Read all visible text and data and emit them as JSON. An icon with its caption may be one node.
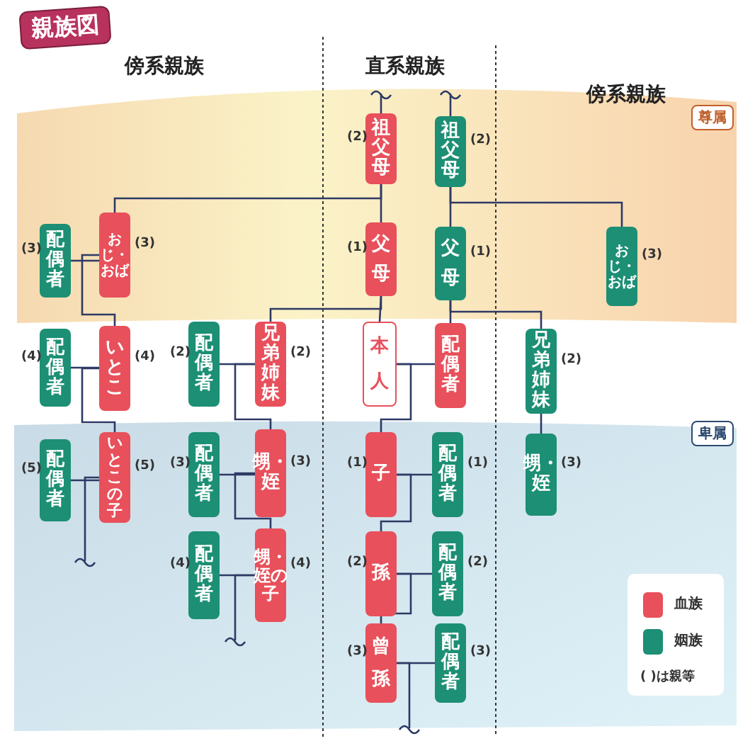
{
  "diagram": {
    "title": "親族図",
    "nodes": [
      {
        "text": [
          "祖父母"
        ],
        "beside": [
          "(2)"
        ]
      },
      {
        "text": [
          "祖父母"
        ],
        "beside": [
          "(2)"
        ]
      },
      {
        "text": [
          "配偶者"
        ],
        "beside": [
          "(3)"
        ]
      },
      {
        "text": [
          "おじ・おば"
        ],
        "beside": [
          "(3)"
        ]
      },
      {
        "text": [
          "父母"
        ],
        "beside": [
          "(1)"
        ]
      },
      {
        "text": [
          "父母"
        ],
        "beside": [
          "(1)"
        ]
      },
      {
        "text": [
          "おじ・おば"
        ],
        "beside": [
          "(3)"
        ]
      },
      {
        "text": [
          "配偶者"
        ],
        "beside": [
          "(4)"
        ]
      },
      {
        "text": [
          "いとこ"
        ],
        "beside": [
          "(4)"
        ]
      },
      {
        "text": [
          "配偶者"
        ],
        "beside": [
          "(2)"
        ]
      },
      {
        "text": [
          "兄弟姉妹"
        ],
        "beside": [
          "(2)"
        ]
      },
      {
        "text": [
          "本人"
        ]
      },
      {
        "text": [
          "配偶者"
        ]
      },
      {
        "text": [
          "兄弟姉妹"
        ],
        "beside": [
          "(2)"
        ]
      },
      {
        "text": [
          "配偶者"
        ],
        "beside": [
          "(5)"
        ]
      },
      {
        "text": [
          "いとこの子"
        ],
        "beside": [
          "(5)"
        ]
      },
      {
        "text": [
          "配偶者"
        ],
        "beside": [
          "(3)"
        ]
      },
      {
        "text": [
          "甥・姪"
        ],
        "beside": [
          "(3)"
        ]
      },
      {
        "text": [
          "甥・姪"
        ],
        "beside": [
          "(3)"
        ]
      },
      {
        "text": [
          "子"
        ],
        "beside": [
          "(1)"
        ]
      },
      {
        "text": [
          "配偶者"
        ],
        "beside": [
          "(1)"
        ]
      },
      {
        "text": [
          "配偶者"
        ],
        "beside": [
          "(4)"
        ]
      },
      {
        "text": [
          "甥・姪の子"
        ],
        "beside": [
          "(4)"
        ]
      },
      {
        "text": [
          "孫"
        ],
        "beside": [
          "(2)"
        ]
      },
      {
        "text": [
          "配偶者"
        ],
        "beside": [
          "(2)"
        ]
      },
      {
        "text": [
          "曾孫"
        ],
        "beside": [
          "(3)"
        ]
      },
      {
        "text": [
          "配偶者"
        ],
        "beside": [
          "(3)"
        ]
      }
    ],
    "edges": [
      {
        "from": 0,
        "to": 4,
        "arrow": "none"
      },
      {
        "from": 1,
        "to": 5,
        "arrow": "none"
      },
      {
        "from": 0,
        "to": 3,
        "arrow": "none"
      },
      {
        "from": 1,
        "to": 6,
        "arrow": "none"
      },
      {
        "from": 2,
        "to": 3,
        "arrow": "none"
      },
      {
        "from": 3,
        "to": 8,
        "arrow": "none"
      },
      {
        "from": 7,
        "to": 8,
        "arrow": "none"
      },
      {
        "from": 8,
        "to": 15,
        "arrow": "none"
      },
      {
        "from": 14,
        "to": 15,
        "arrow": "none"
      },
      {
        "from": 15,
        "to": null,
        "arrow": "none"
      },
      {
        "from": 4,
        "to": 11,
        "arrow": "none"
      },
      {
        "from": 4,
        "to": 10,
        "arrow": "none"
      },
      {
        "from": 9,
        "to": 10,
        "arrow": "none"
      },
      {
        "from": 10,
        "to": 17,
        "arrow": "none"
      },
      {
        "from": 16,
        "to": 17,
        "arrow": "none"
      },
      {
        "from": 17,
        "to": 22,
        "arrow": "none"
      },
      {
        "from": 21,
        "to": 22,
        "arrow": "none"
      },
      {
        "from": 22,
        "to": null,
        "arrow": "none"
      },
      {
        "from": 11,
        "to": 12,
        "arrow": "none"
      },
      {
        "from": 11,
        "to": 19,
        "arrow": "none"
      },
      {
        "from": 5,
        "to": 12,
        "arrow": "none"
      },
      {
        "from": 5,
        "to": 13,
        "arrow": "none"
      },
      {
        "from": 13,
        "to": 18,
        "arrow": "none"
      },
      {
        "from": 19,
        "to": 20,
        "arrow": "none"
      },
      {
        "from": 19,
        "to": 23,
        "arrow": "none"
      },
      {
        "from": 23,
        "to": 24,
        "arrow": "none"
      },
      {
        "from": 23,
        "to": 25,
        "arrow": "none"
      },
      {
        "from": 25,
        "to": 26,
        "arrow": "none"
      },
      {
        "from": 25,
        "to": null,
        "arrow": "none"
      },
      {
        "from": null,
        "to": 0,
        "arrow": "none"
      },
      {
        "from": null,
        "to": 1,
        "arrow": "none"
      }
    ],
    "labels": [
      "傍系親族",
      "直系親族",
      "傍系親族",
      "尊属",
      "卑属",
      "( )は親等"
    ],
    "legend": [
      {
        "text": "血族",
        "color": "#e8505b"
      },
      {
        "text": "姻族",
        "color": "#1c8f74"
      }
    ]
  }
}
